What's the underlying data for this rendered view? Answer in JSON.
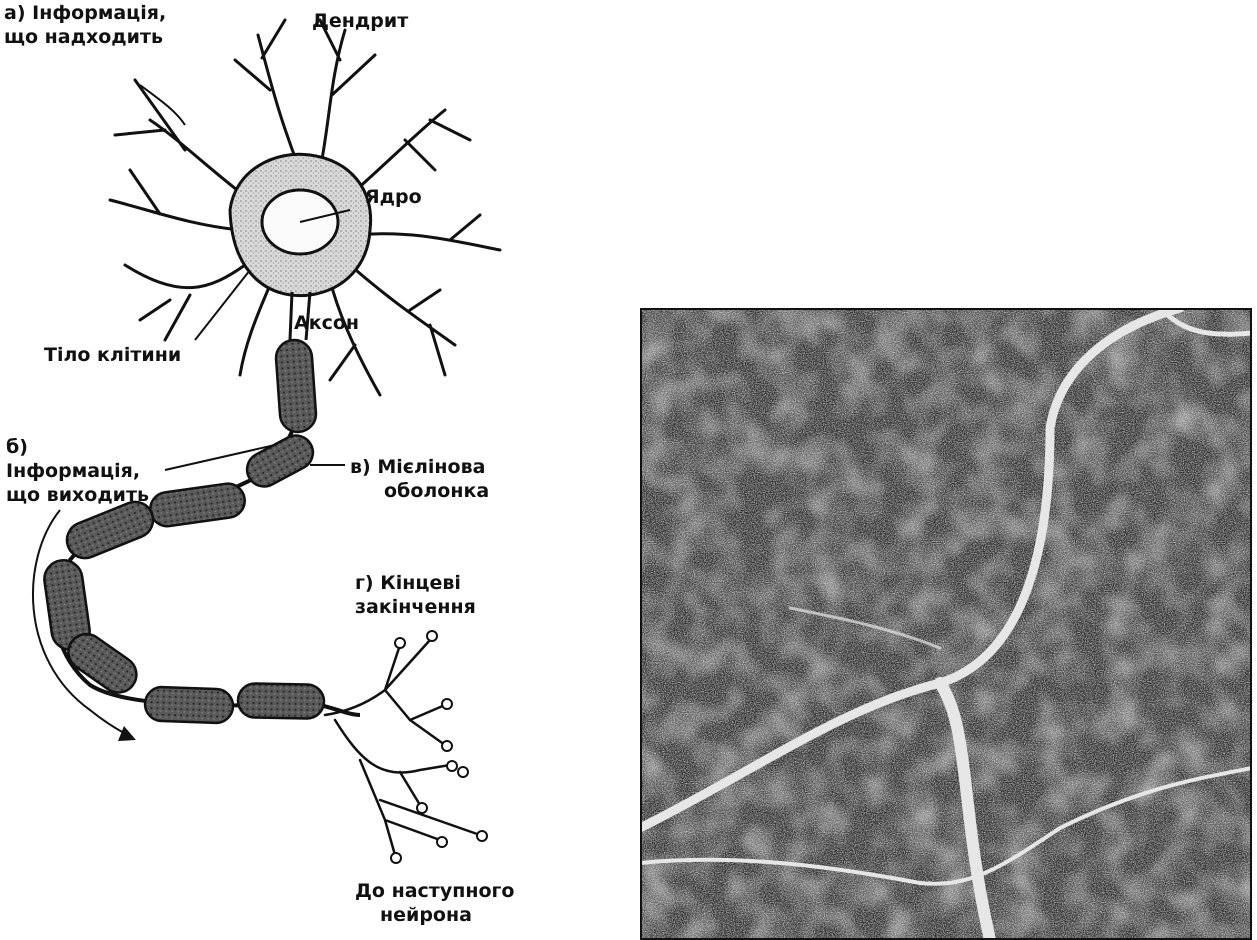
{
  "labels": {
    "incoming_1": "а) Інформація,",
    "incoming_2": "що надходить",
    "dendrite": "Дендрит",
    "nucleus": "Ядро",
    "axon": "Аксон",
    "cell_body": "Тіло клітини",
    "outgoing_1": "б)",
    "outgoing_2": "Інформація,",
    "outgoing_3": "що виходить",
    "myelin_1": "в) Мієлінова",
    "myelin_2": "оболонка",
    "terminals_1": "г) Кінцеві",
    "terminals_2": "закінчення",
    "next_1": "До наступного",
    "next_2": "нейрона"
  },
  "colors": {
    "ink": "#111111",
    "sheath": "#4a4a4a",
    "micrograph_bg": "#2a2a2a",
    "micrograph_fiber": "#e6e6e6"
  }
}
